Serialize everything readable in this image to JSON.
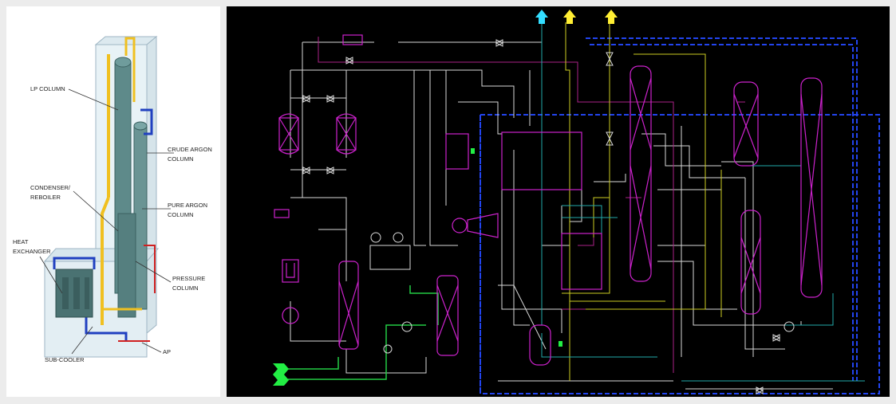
{
  "left_diagram": {
    "labels": {
      "lp_column": "LP COLUMN",
      "crude_argon_1": "CRUDE ARGON",
      "crude_argon_2": "COLUMN",
      "condenser_1": "CONDENSER/",
      "condenser_2": "REBOILER",
      "pure_argon_1": "PURE ARGON",
      "pure_argon_2": "COLUMN",
      "heat_exchanger_1": "HEAT",
      "heat_exchanger_2": "EXCHANGER",
      "pressure_column_1": "PRESSURE",
      "pressure_column_2": "COLUMN",
      "sub_cooler": "SUB-COOLER",
      "ap": "AP"
    }
  },
  "right_diagram": {
    "arrow_colors": [
      "#33ddff",
      "#ffee33",
      "#ffee33"
    ],
    "colors": {
      "pipe_white": "#d8d8d8",
      "pipe_green": "#22cc44",
      "pipe_cyan": "#22aaaa",
      "pipe_yellow": "#cccc22",
      "pipe_magenta": "#aa2288",
      "equipment_magenta": "#cc22cc",
      "boundary_blue": "#2244ee"
    }
  }
}
